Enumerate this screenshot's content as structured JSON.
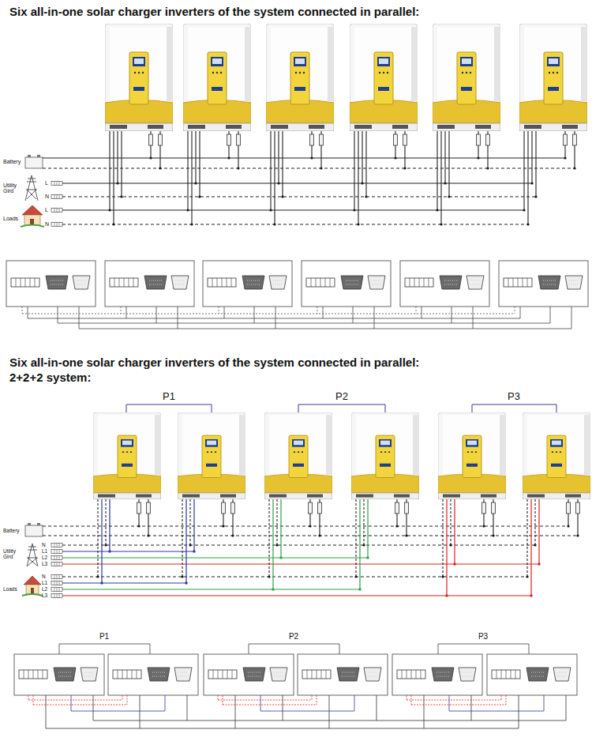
{
  "diagram": {
    "title": "Six all-in-one solar charger inverters of the system connected in parallel:",
    "labels": [
      "Battery",
      "Utility Gird",
      "L",
      "N",
      "Loads",
      "L",
      "N",
      "Six all-in-one solar charger inverters of the system connected in parallel:",
      "2+2+2 system:",
      "P1",
      "P2",
      "P3",
      "Battery",
      "N",
      "L1",
      "L2",
      "L3",
      "Utility Gird",
      "N",
      "L1",
      "L2",
      "L3",
      "Loads",
      "P1",
      "P2",
      "P3"
    ]
  }
}
